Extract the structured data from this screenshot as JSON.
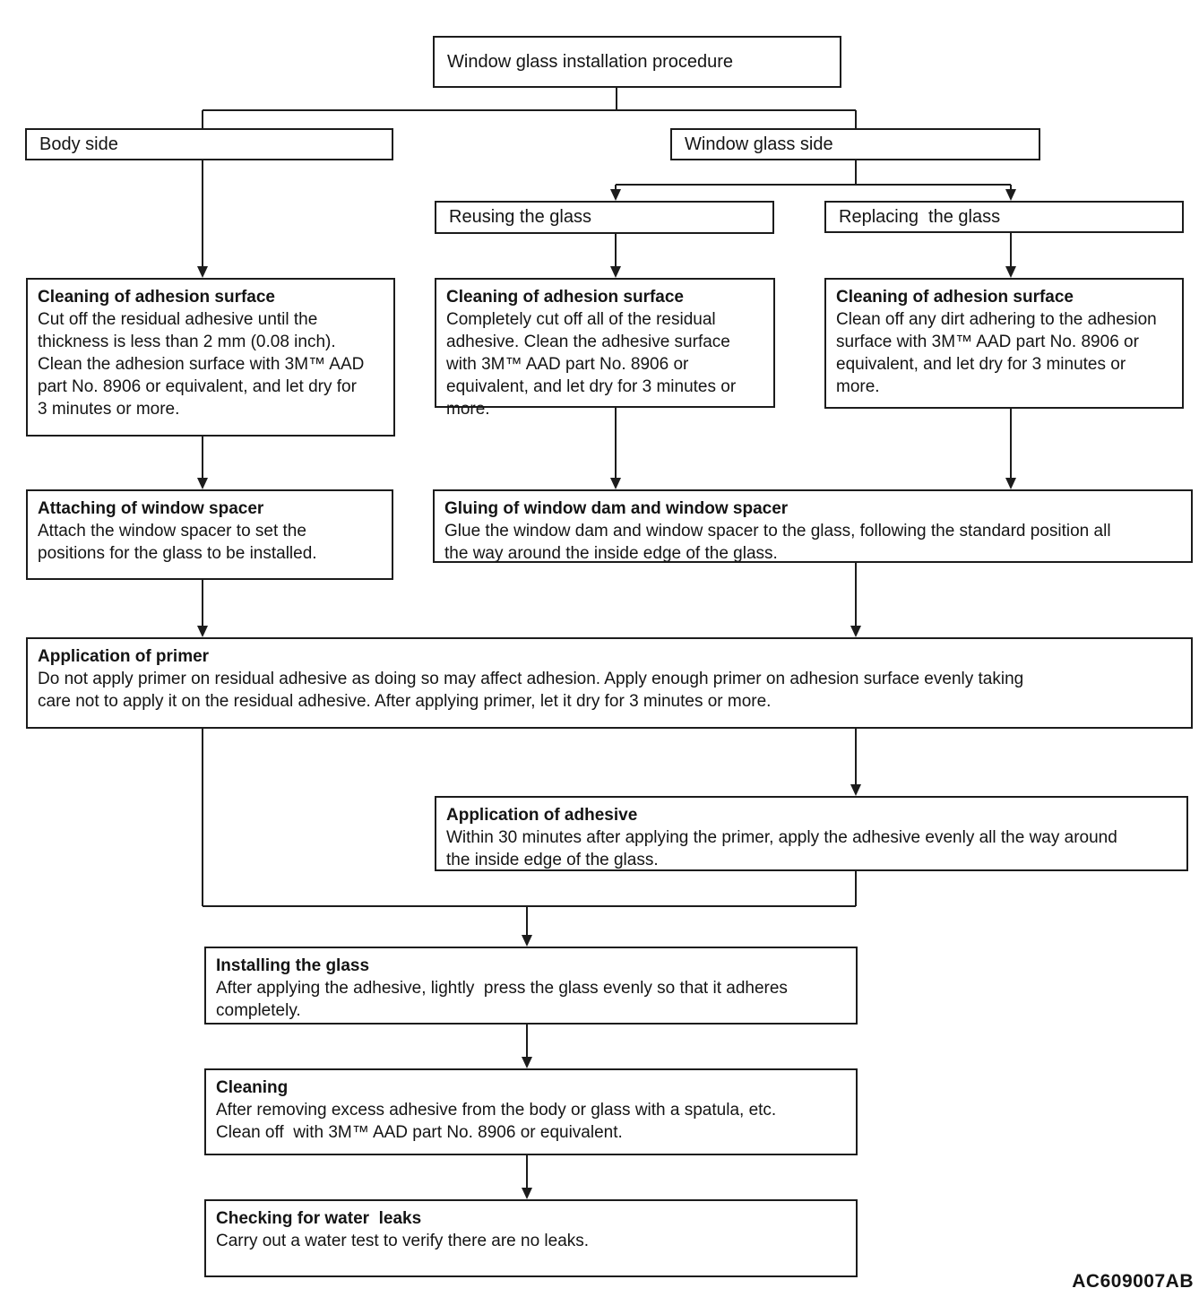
{
  "page": {
    "background": "#ffffff",
    "line_color": "#1c1c1c",
    "code_label": "AC609007AB"
  },
  "flow": {
    "root": {
      "label": "Window glass installation procedure"
    },
    "body_side": {
      "label": "Body side"
    },
    "window_glass_side": {
      "label": "Window glass side"
    },
    "reusing": {
      "label": "Reusing the glass"
    },
    "replacing": {
      "label": "Replacing  the glass"
    },
    "clean_body": {
      "title": "Cleaning of adhesion surface",
      "body": "Cut off the residual adhesive until the\nthickness is less than 2 mm (0.08 inch).\nClean the adhesion surface with 3M™ AAD\npart No. 8906 or equivalent, and let dry for\n3 minutes or more."
    },
    "clean_reuse": {
      "title": "Cleaning of adhesion surface",
      "body": "Completely cut off all of the residual\nadhesive. Clean the adhesive surface\nwith 3M™ AAD part No. 8906 or\nequivalent, and let dry for 3 minutes or\nmore."
    },
    "clean_replace": {
      "title": "Cleaning of adhesion surface",
      "body": "Clean off any dirt adhering to the adhesion\nsurface with 3M™ AAD part No. 8906 or\nequivalent, and let dry for 3 minutes or\nmore."
    },
    "attach_spacer": {
      "title": "Attaching of window spacer",
      "body": "Attach the window spacer to set the\npositions for the glass to be installed."
    },
    "gluing": {
      "title": "Gluing of window dam and window spacer",
      "body": "Glue the window dam and window spacer to the glass, following the standard position all\nthe way around the inside edge of the glass."
    },
    "primer": {
      "title": "Application of primer",
      "body": "Do not apply primer on residual adhesive as doing so may affect adhesion. Apply enough primer on adhesion surface evenly taking\ncare not to apply it on the residual adhesive. After applying primer, let it dry for 3 minutes or more."
    },
    "adhesive": {
      "title": "Application of adhesive",
      "body": "Within 30 minutes after applying the primer, apply the adhesive evenly all the way around\nthe inside edge of the glass."
    },
    "installing": {
      "title": "Installing the glass",
      "body": "After applying the adhesive, lightly  press the glass evenly so that it adheres\ncompletely."
    },
    "cleaning": {
      "title": "Cleaning",
      "body": "After removing excess adhesive from the body or glass with a spatula, etc.\nClean off  with 3M™ AAD part No. 8906 or equivalent."
    },
    "water_leaks": {
      "title": "Checking for water  leaks",
      "body": "Carry out a water test to verify there are no leaks."
    }
  }
}
